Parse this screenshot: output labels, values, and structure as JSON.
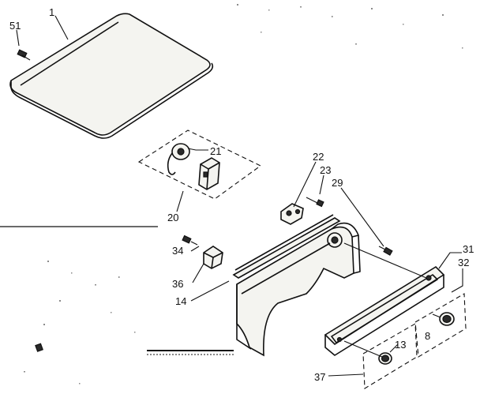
{
  "diagram": {
    "labels": {
      "l1": "1",
      "l51": "51",
      "l21": "21",
      "l20": "20",
      "l22": "22",
      "l23": "23",
      "l29": "29",
      "l34": "34",
      "l36": "36",
      "l14": "14",
      "l31": "31",
      "l32": "32",
      "l8": "8",
      "l13": "13",
      "l37": "37"
    }
  }
}
